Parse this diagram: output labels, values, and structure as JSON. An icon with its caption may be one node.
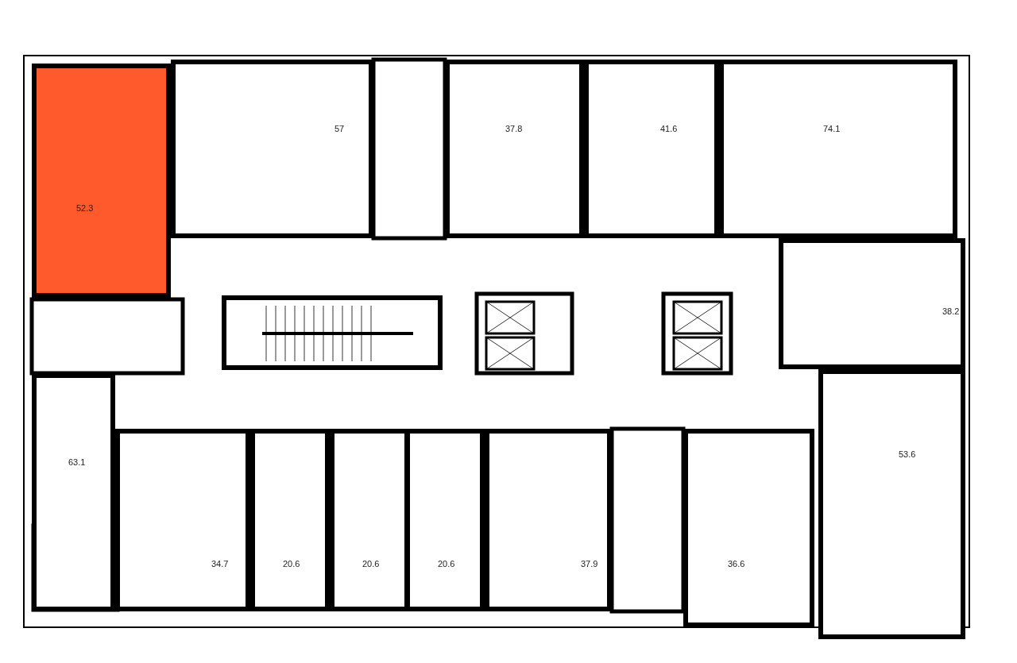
{
  "diagram": {
    "nodes": [
      {
        "text": [
          "52.3"
        ]
      },
      {
        "text": [
          "57"
        ]
      },
      {
        "text": [
          "37.8"
        ]
      },
      {
        "text": [
          "41.6"
        ]
      },
      {
        "text": [
          "74.1"
        ]
      },
      {
        "text": [
          "38.2"
        ]
      },
      {
        "text": [
          "63.1"
        ]
      },
      {
        "text": [
          "53.6"
        ]
      },
      {
        "text": [
          "34.7"
        ]
      },
      {
        "text": [
          "20.6"
        ]
      },
      {
        "text": [
          "20.6"
        ]
      },
      {
        "text": [
          "20.6"
        ]
      },
      {
        "text": [
          "37.9"
        ]
      },
      {
        "text": [
          "36.6"
        ]
      }
    ]
  }
}
